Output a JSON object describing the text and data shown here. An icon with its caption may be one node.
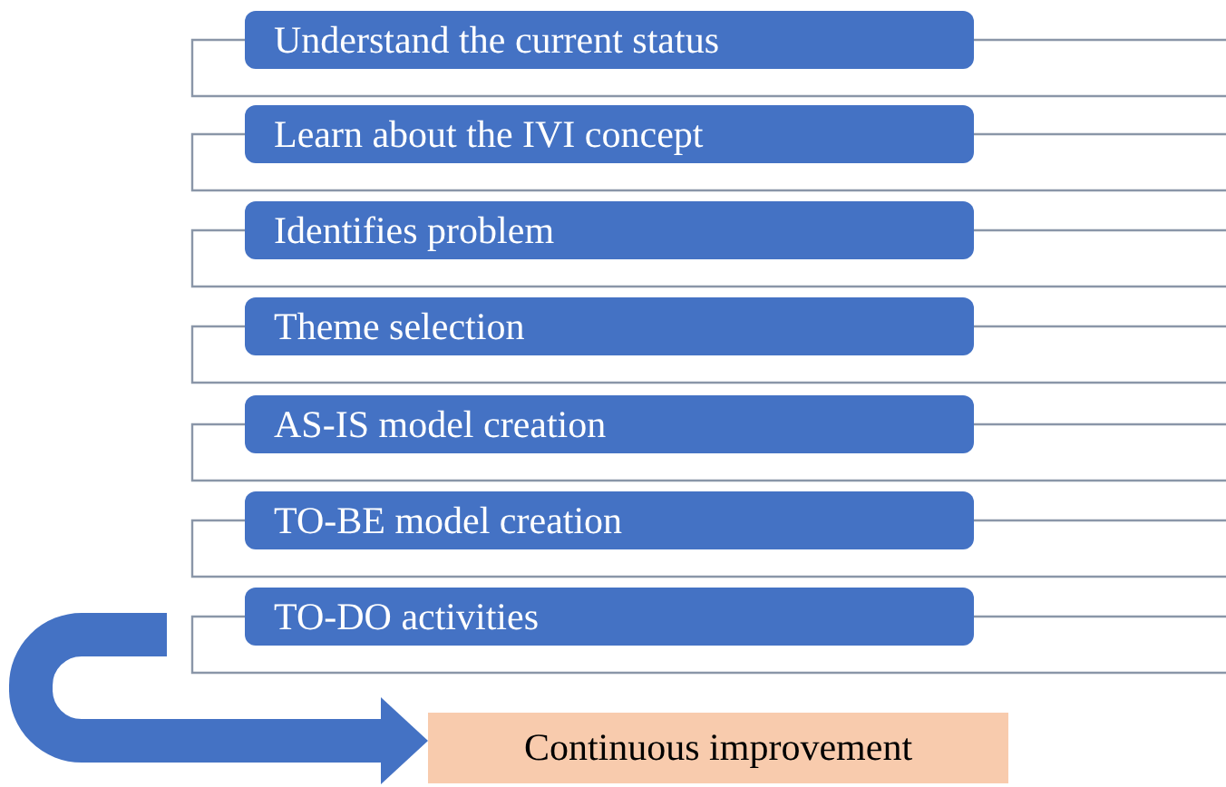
{
  "diagram": {
    "nodes": [
      {
        "text": [
          "Understand the current status"
        ]
      },
      {
        "text": [
          "Learn about the IVI concept"
        ]
      },
      {
        "text": [
          "Identifies problem"
        ]
      },
      {
        "text": [
          "Theme selection"
        ]
      },
      {
        "text": [
          "AS-IS model creation"
        ]
      },
      {
        "text": [
          "TO-BE model creation"
        ]
      },
      {
        "text": [
          "TO-DO activities"
        ]
      },
      {
        "text": [
          "Continuous improvement"
        ]
      }
    ],
    "edges": [
      {
        "from": null,
        "to": 7,
        "arrow": "to"
      }
    ]
  }
}
